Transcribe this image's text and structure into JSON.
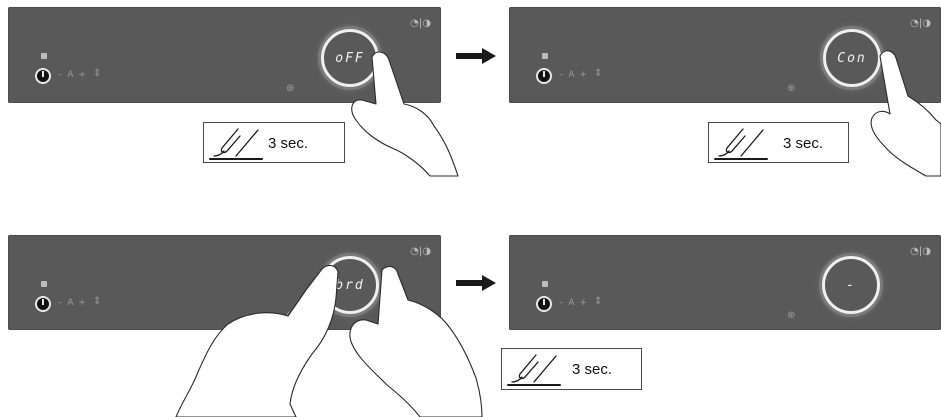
{
  "steps": [
    {
      "display": "oFF"
    },
    {
      "display": "Con"
    },
    {
      "display": "brd"
    },
    {
      "display": "-"
    }
  ],
  "panel": {
    "minus_a_plus": "– A +",
    "updown": "⇕",
    "timer_icons": "◔|◑",
    "small_plus": "⊕"
  },
  "press_hints": [
    {
      "label": "3 sec."
    },
    {
      "label": "3 sec."
    },
    {
      "label": "3 sec."
    }
  ],
  "icons": {
    "power": "power-icon",
    "arrow": "right-arrow-icon",
    "finger_press": "finger-press-icon",
    "hand": "hand-icon"
  },
  "colors": {
    "panel": "#595959",
    "ring": "#efefef",
    "display_text": "#f2f2f2"
  }
}
